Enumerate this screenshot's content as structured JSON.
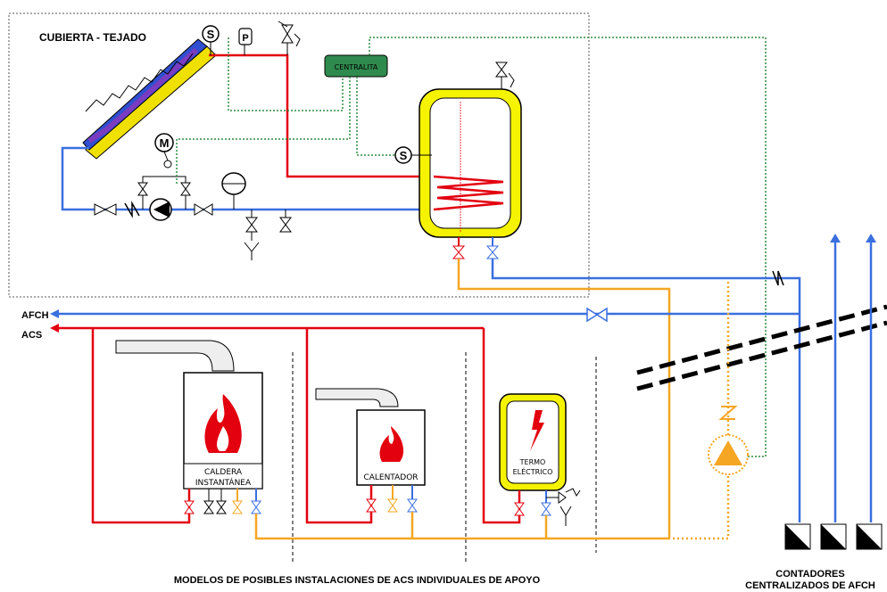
{
  "labels": {
    "roof": "CUBIERTA - TEJADO",
    "controller": "CENTRALITA",
    "afch": "AFCH",
    "acs": "ACS",
    "boiler": "CALDERA",
    "boiler2": "INSTANTÁNEA",
    "heater": "CALENTADOR",
    "electric1": "TERMO",
    "electric2": "ELÉCTRICO",
    "models": "MODELOS DE POSIBLES INSTALACIONES DE ACS INDIVIDUALES DE APOYO",
    "meters1": "CONTADORES",
    "meters2": "CENTRALIZADOS DE AFCH",
    "sensor_s": "S",
    "pressure_p": "P",
    "motor_m": "M"
  },
  "colors": {
    "hot": "#e3000f",
    "cold": "#3a6fe0",
    "orange": "#f5a623",
    "control": "#2e8b3e",
    "tank_fill": "#f6f300",
    "controller_fill": "#2f8a4e",
    "collector_frame": "#f0e000",
    "collector_fill": "#6a3fb5"
  }
}
